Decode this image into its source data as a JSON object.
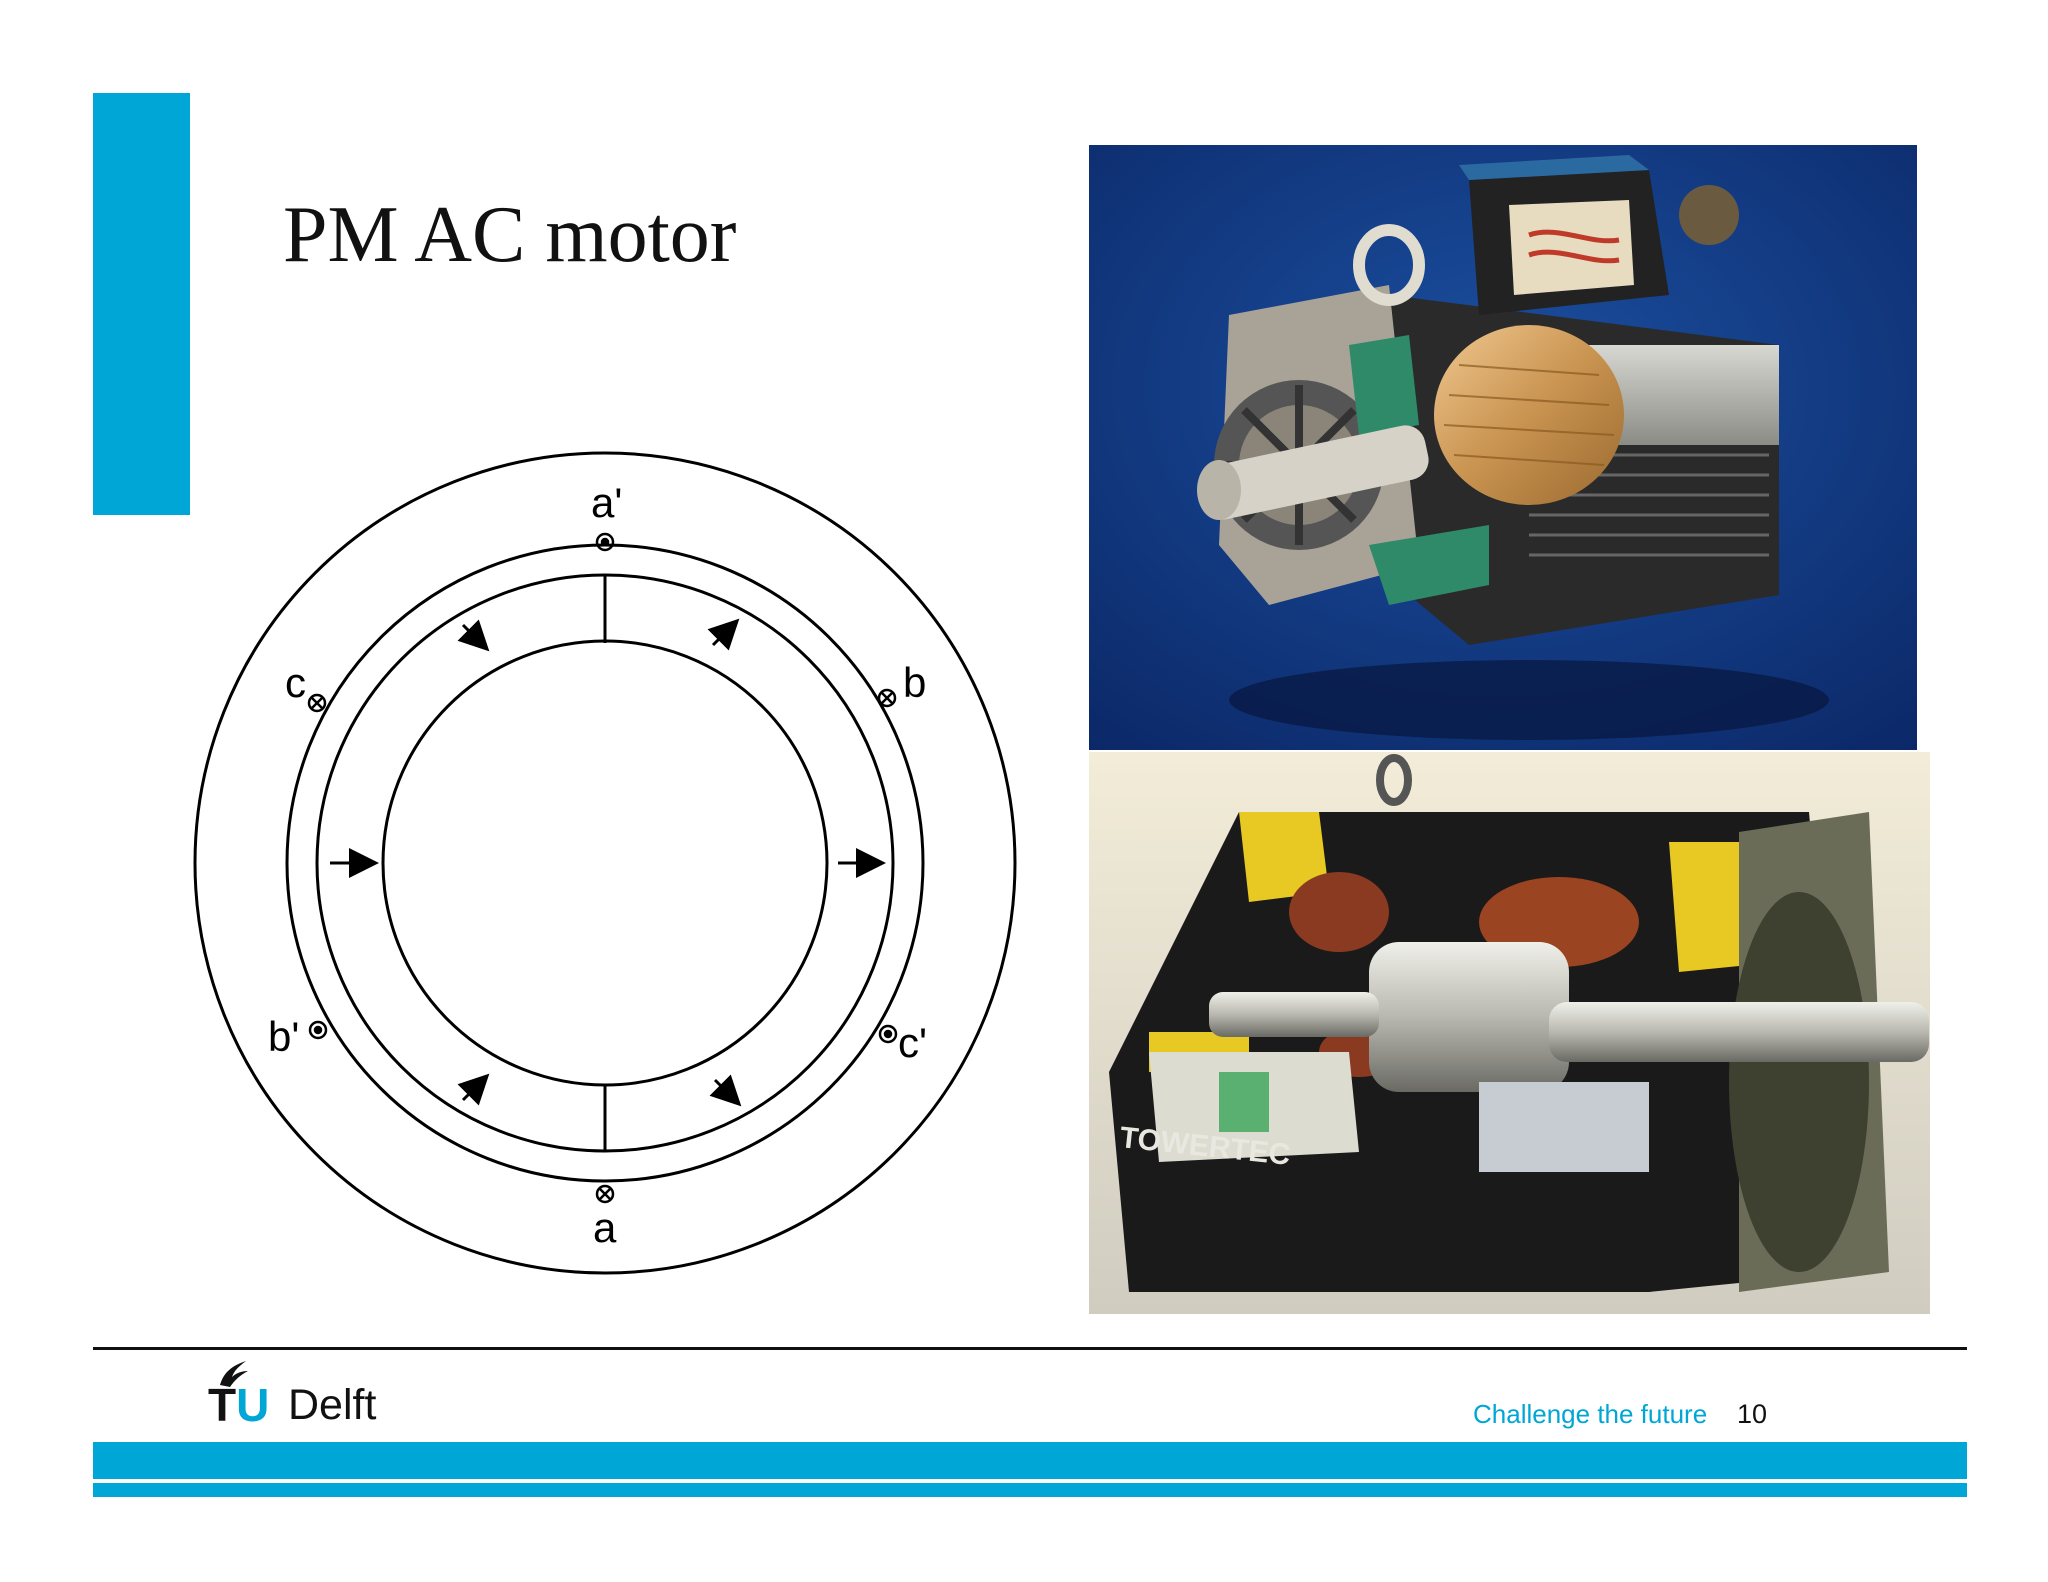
{
  "colors": {
    "accent": "#00a6d6"
  },
  "slide": {
    "title": "PM AC motor"
  },
  "diagram": {
    "coil_labels": {
      "a_prime": "a'",
      "a": "a",
      "b": "b",
      "b_prime": "b'",
      "c": "c",
      "c_prime": "c'"
    },
    "conductor_symbols": {
      "dot": "current-out-symbol",
      "cross": "current-in-symbol"
    }
  },
  "photos": {
    "bottom_motor_brand": "TOWERTEC"
  },
  "footer": {
    "logo_tu": "TU",
    "logo_t": "T",
    "logo_u": "U",
    "logo_delft": "Delft",
    "tagline": "Challenge the future",
    "page_number": "10"
  }
}
